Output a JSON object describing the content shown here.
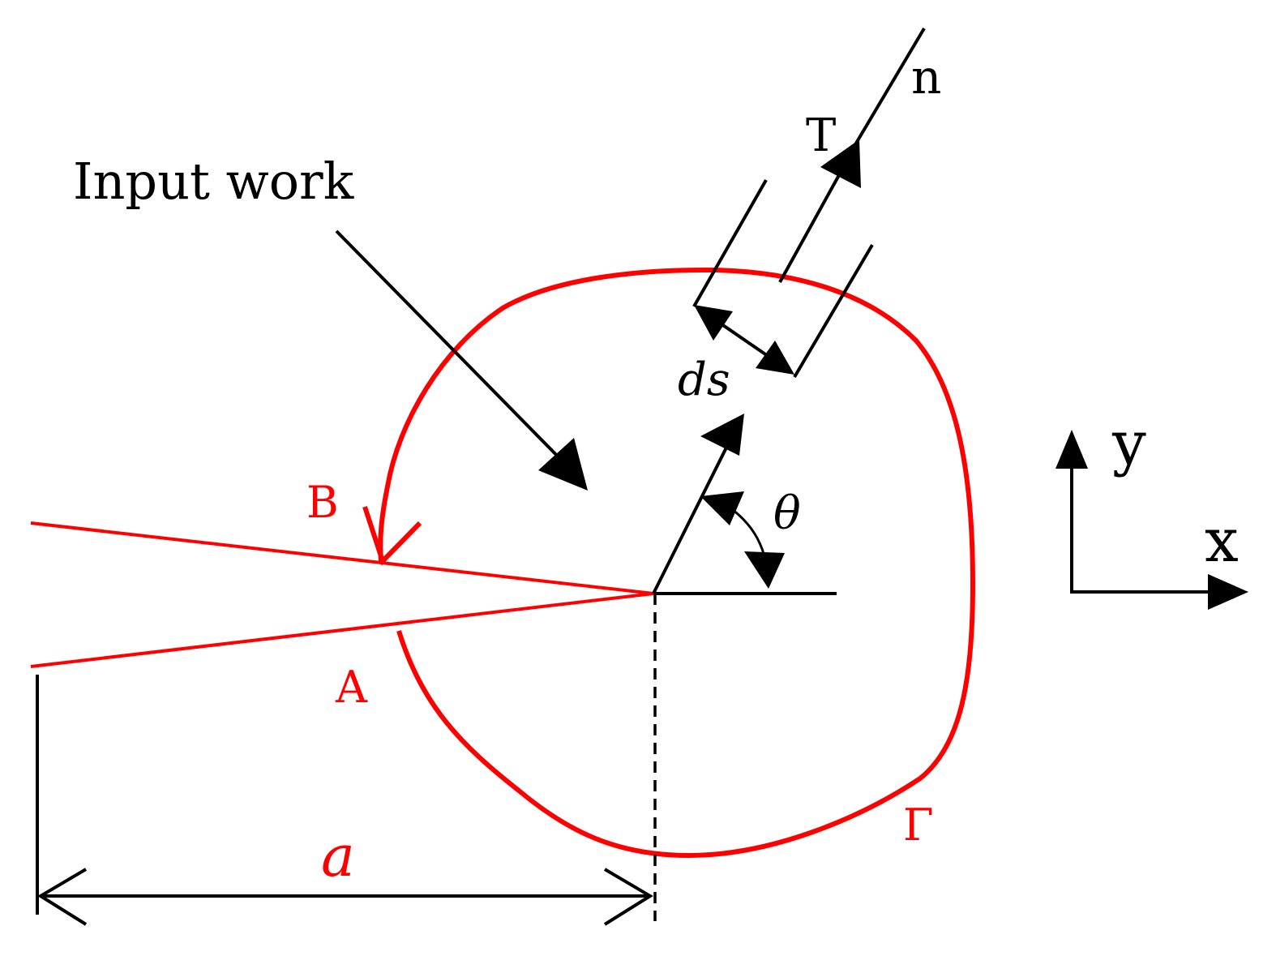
{
  "labels": {
    "input_work": "Input work",
    "normal": "n",
    "traction": "T",
    "ds": "ds",
    "theta": "θ",
    "y_axis": "y",
    "x_axis": "x",
    "point_b": "B",
    "point_a": "A",
    "contour": "Γ",
    "crack_length": "a"
  },
  "colors": {
    "contour": "#ff0000",
    "crack": "#ff0000",
    "lines": "#000000",
    "background": "#ffffff"
  }
}
